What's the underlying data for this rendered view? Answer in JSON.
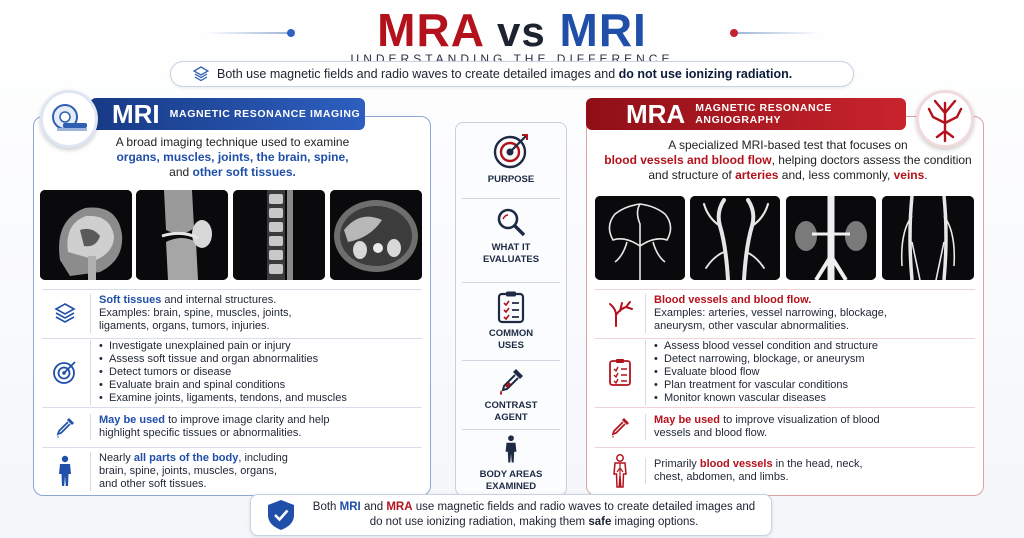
{
  "header": {
    "title_mra": "MRA",
    "title_vs": "vs",
    "title_mri": "MRI",
    "subtitle": "UNDERSTANDING THE DIFFERENCE",
    "banner_text": "Both use magnetic fields and radio waves to create detailed images and ",
    "banner_bold": "do not use ionizing radiation."
  },
  "mri": {
    "abbr": "MRI",
    "full": "MAGNETIC RESONANCE IMAGING",
    "intro_a": "A broad imaging technique used to examine",
    "intro_b": "organs, muscles, joints, the brain, spine,",
    "intro_c": "and ",
    "intro_d": "other soft tissues.",
    "rows": {
      "evaluates_bold": "Soft tissues",
      "evaluates_rest": " and internal structures.",
      "evaluates_examples": "Examples: brain, spine, muscles, joints, ligaments, organs, tumors, injuries.",
      "uses": [
        "Investigate unexplained pain or injury",
        "Assess soft tissue and organ abnormalities",
        "Detect tumors or disease",
        "Evaluate brain and spinal conditions",
        "Examine joints, ligaments, tendons, and muscles"
      ],
      "contrast_bold": "May be used",
      "contrast_rest": " to improve image clarity and help highlight specific tissues or abnormalities.",
      "body_a": "Nearly ",
      "body_bold": "all parts of the body",
      "body_rest": ", including brain, spine, joints, muscles, organs, and other soft tissues."
    }
  },
  "mra": {
    "abbr": "MRA",
    "full": "MAGNETIC RESONANCE ANGIOGRAPHY",
    "intro_a": "A specialized MRI-based test that focuses on",
    "intro_b": "blood vessels and blood flow",
    "intro_c": ", helping doctors assess the condition and structure of ",
    "intro_d": "arteries",
    "intro_e": " and, less commonly, ",
    "intro_f": "veins",
    "intro_g": ".",
    "rows": {
      "evaluates_bold": "Blood vessels and blood flow.",
      "evaluates_examples": "Examples: arteries, vessel narrowing, blockage, aneurysm, other vascular abnormalities.",
      "uses": [
        "Assess blood vessel condition and structure",
        "Detect narrowing, blockage, or aneurysm",
        "Evaluate blood flow",
        "Plan treatment for vascular conditions",
        "Monitor known vascular diseases"
      ],
      "contrast_bold": "May be used",
      "contrast_rest": " to improve visualization of blood vessels and blood flow.",
      "body_a": "Primarily ",
      "body_bold": "blood vessels",
      "body_rest": " in the head, neck, chest, abdomen, and limbs."
    }
  },
  "middle": {
    "purpose": "PURPOSE",
    "what1": "WHAT IT",
    "what2": "EVALUATES",
    "common1": "COMMON",
    "common2": "USES",
    "contrast1": "CONTRAST",
    "contrast2": "AGENT",
    "body1": "BODY AREAS",
    "body2": "EXAMINED"
  },
  "footer": {
    "a": "Both ",
    "mri": "MRI",
    "b": " and ",
    "mra": "MRA",
    "c": " use magnetic fields and radio waves to create detailed images and do not use ionizing radiation, making them ",
    "safe": "safe",
    "d": " imaging options."
  },
  "colors": {
    "mri_blue": "#1f4fa8",
    "mra_red": "#b3121c"
  }
}
